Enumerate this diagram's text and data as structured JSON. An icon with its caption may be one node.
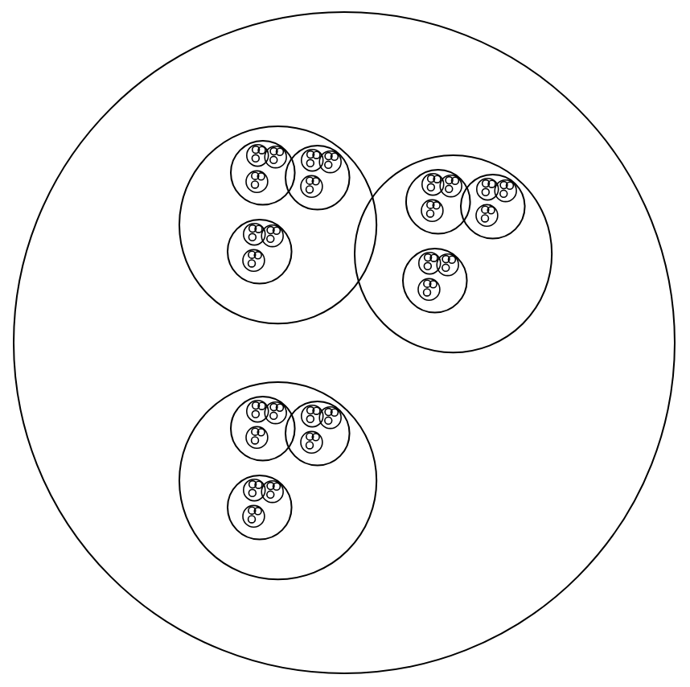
{
  "diagram": {
    "nodes": [
      {
        "text": [],
        "shape": "circle"
      },
      {
        "text": [],
        "shape": "circle",
        "in": 0
      },
      {
        "text": [],
        "shape": "circle",
        "in": 1
      },
      {
        "text": [],
        "shape": "circle",
        "in": 1
      },
      {
        "text": [],
        "shape": "circle",
        "in": 1
      },
      {
        "text": [],
        "shape": "circle",
        "in": 0
      },
      {
        "text": [],
        "shape": "circle",
        "in": 5
      },
      {
        "text": [],
        "shape": "circle",
        "in": 5
      },
      {
        "text": [],
        "shape": "circle",
        "in": 5
      },
      {
        "text": [],
        "shape": "circle",
        "in": 0
      },
      {
        "text": [],
        "shape": "circle",
        "in": 9
      },
      {
        "text": [],
        "shape": "circle",
        "in": 9
      },
      {
        "text": [],
        "shape": "circle",
        "in": 9
      }
    ]
  }
}
